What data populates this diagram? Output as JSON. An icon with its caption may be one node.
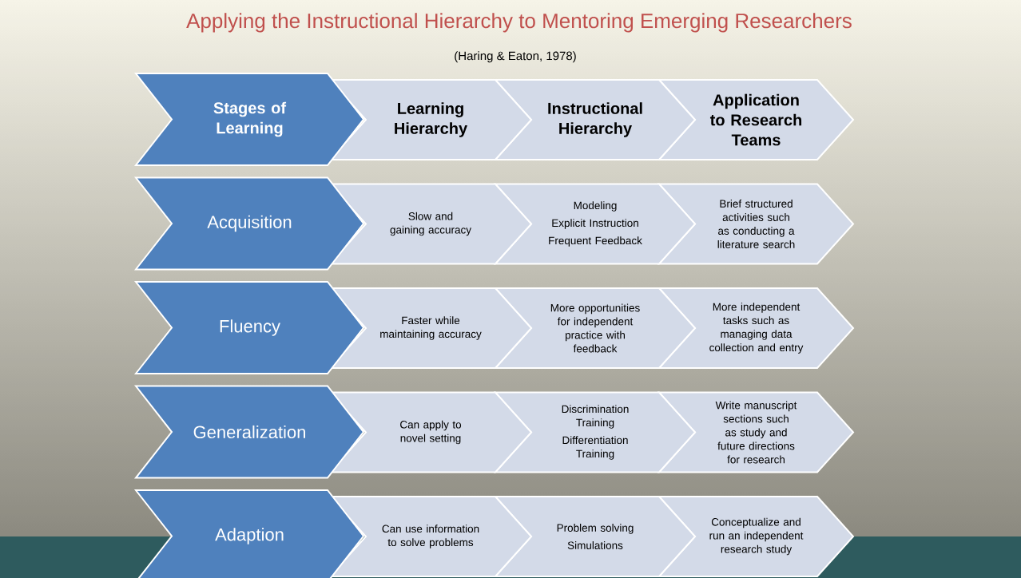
{
  "diagram": {
    "title": "Applying the Instructional Hierarchy to Mentoring Emerging Researchers",
    "nodes": [
      {
        "text": [
          "Stages of Learning"
        ]
      },
      {
        "text": [
          "Learning Hierarchy"
        ]
      },
      {
        "text": [
          "Instructional Hierarchy"
        ]
      },
      {
        "text": [
          "Application to Research Teams"
        ]
      },
      {
        "text": [
          "Acquisition"
        ]
      },
      {
        "text": [
          "Slow and gaining accuracy"
        ]
      },
      {
        "text": [
          "Modeling",
          "Explicit Instruction",
          "Frequent Feedback"
        ]
      },
      {
        "text": [
          "Brief structured activities such as conducting a literature search"
        ]
      },
      {
        "text": [
          "Fluency"
        ]
      },
      {
        "text": [
          "Faster while maintaining accuracy"
        ]
      },
      {
        "text": [
          "More opportunities for independent practice with feedback"
        ]
      },
      {
        "text": [
          "More independent tasks such as managing data collection and entry"
        ]
      },
      {
        "text": [
          "Generalization"
        ]
      },
      {
        "text": [
          "Can apply to novel setting"
        ]
      },
      {
        "text": [
          "Discrimination Training",
          "Differentiation Training"
        ]
      },
      {
        "text": [
          "Write manuscript sections such as study and future directions for research"
        ]
      },
      {
        "text": [
          "Adaption"
        ]
      },
      {
        "text": [
          "Can use information to solve problems"
        ]
      },
      {
        "text": [
          "Problem solving",
          "Simulations"
        ]
      },
      {
        "text": [
          "Conceptualize and run an independent research study"
        ]
      }
    ],
    "labels": [
      "(Haring & Eaton, 1978)"
    ]
  }
}
